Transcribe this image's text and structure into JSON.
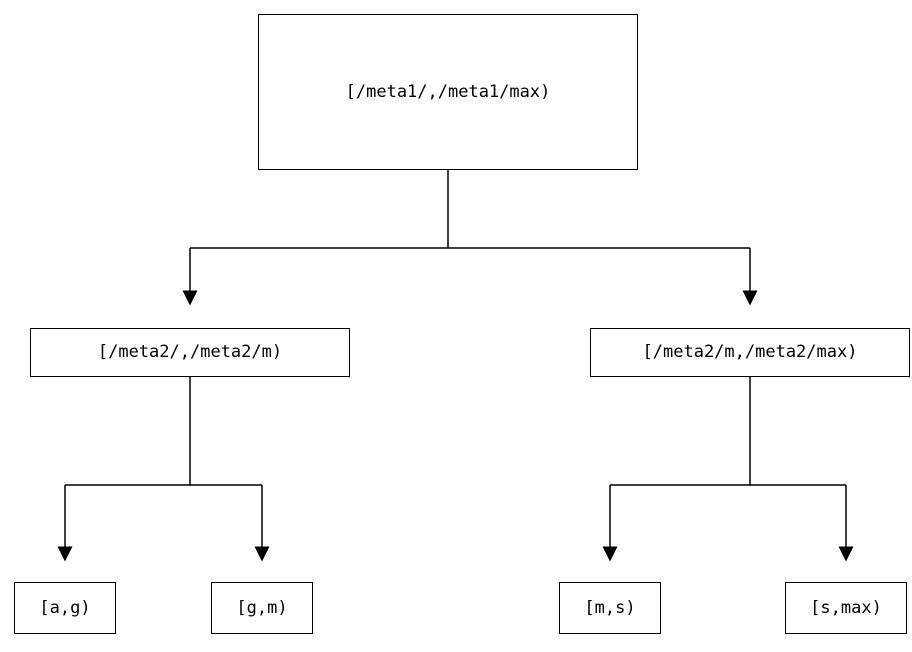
{
  "colors": {
    "stroke": "#000000",
    "background": "#ffffff",
    "text": "#000000"
  },
  "diagram": {
    "root": {
      "label": "[/meta1/,/meta1/max)"
    },
    "level2": [
      {
        "label": "[/meta2/,/meta2/m)"
      },
      {
        "label": "[/meta2/m,/meta2/max)"
      }
    ],
    "leaves": [
      {
        "label": "[a,g)"
      },
      {
        "label": "[g,m)"
      },
      {
        "label": "[m,s)"
      },
      {
        "label": "[s,max)"
      }
    ]
  }
}
